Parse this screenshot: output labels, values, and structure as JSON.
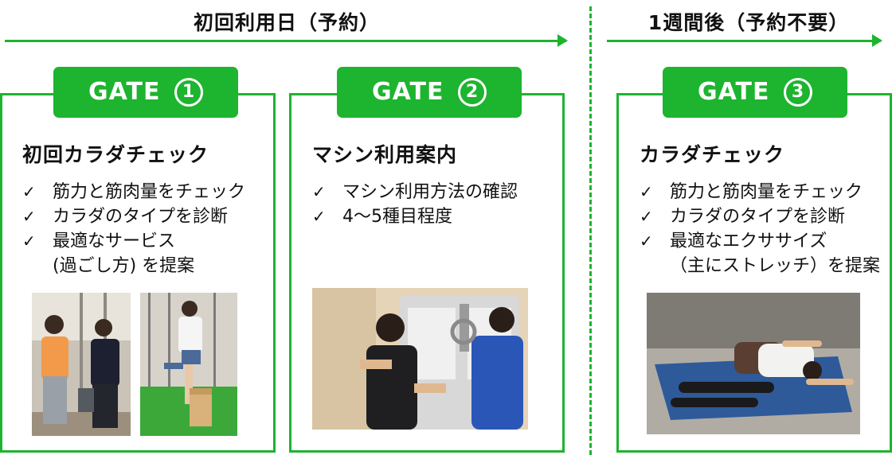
{
  "headers": {
    "left": "初回利用日（予約）",
    "right": "1週間後（予約不要）"
  },
  "gates": [
    {
      "label": "GATE",
      "number": "1",
      "title": "初回カラダチェック",
      "items": [
        "筋力と筋肉量をチェック",
        "カラダのタイプを診断",
        "最適なサービス",
        "(過ごし方) を提案"
      ]
    },
    {
      "label": "GATE",
      "number": "2",
      "title": "マシン利用案内",
      "items": [
        "マシン利用方法の確認",
        "4～5種目程度"
      ]
    },
    {
      "label": "GATE",
      "number": "3",
      "title": "カラダチェック",
      "items": [
        "筋力と筋肉量をチェック",
        "カラダのタイプを診断",
        "最適なエクササイズ",
        "（主にストレッチ）を提案"
      ]
    }
  ],
  "check_mark": "✓",
  "colors": {
    "accent": "#1db42f",
    "text": "#111111"
  }
}
